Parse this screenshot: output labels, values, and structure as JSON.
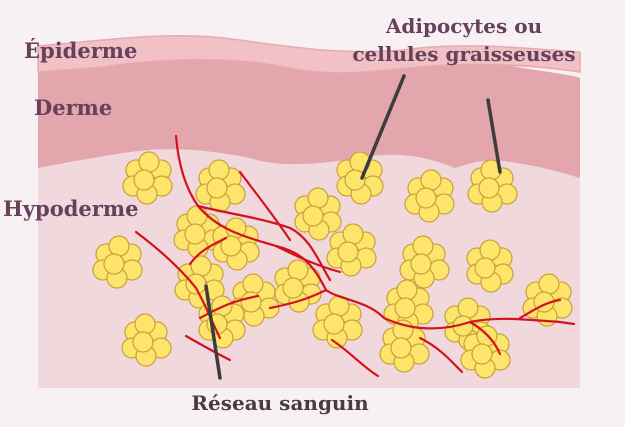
{
  "labels": {
    "epiderme": "Épiderme",
    "derme": "Derme",
    "hypoderme": "Hypoderme",
    "adipocytes_line1": "Adipocytes ou",
    "adipocytes_line2": "cellules graisseuses",
    "reseau": "Réseau sanguin"
  },
  "colors": {
    "background": "#f8f1f3",
    "epiderme": "#f2c1c6",
    "epiderme_outline": "#e8a9b1",
    "derme": "#e2a6ac",
    "hypoderme": "#f1d8dc",
    "fat_cell": "#fde46a",
    "fat_cell_outline": "#c8a13a",
    "blood_vessel": "#d4121e",
    "pointer": "#3c3c3c",
    "label": "#66415b"
  }
}
